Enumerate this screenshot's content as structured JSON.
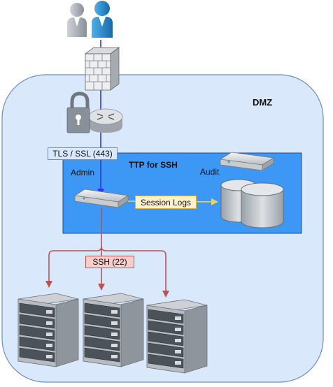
{
  "zones": {
    "dmz_label": "DMZ",
    "ttp_label": "TTP for SSH"
  },
  "labels": {
    "admin": "Admin",
    "audit": "Audit",
    "tls": "TLS / SSL (443)",
    "session_logs": "Session Logs",
    "ssh": "SSH (22)"
  },
  "colors": {
    "dmz_fill": "#dae8fc",
    "dmz_border": "#6c8ebf",
    "ttp_fill": "#3d97f5",
    "ttp_border": "#1a4f8f",
    "inbound_line": "#3333e6",
    "ssh_line": "#b85450",
    "ssh_box_fill": "#f8cecc",
    "logs_box_fill": "#fff2cc",
    "logs_arrow": "#e8d36b",
    "tls_box_fill": "#dae8fc"
  },
  "icons": [
    "users-icon",
    "firewall-icon",
    "router-lock-icon",
    "proxy-server-icon",
    "audit-server-icon",
    "storage-icon",
    "server-rack-icon"
  ]
}
